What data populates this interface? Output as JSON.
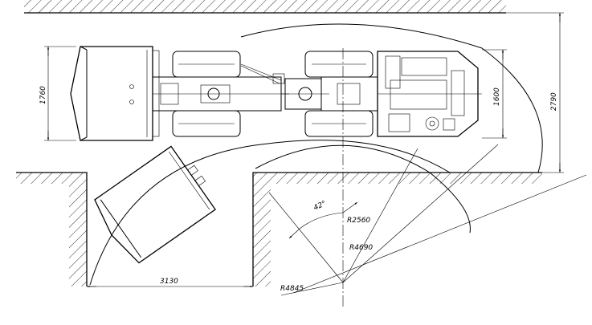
{
  "dimensions": {
    "width_left": "1760",
    "width_rear": "1600",
    "width_overall": "2790",
    "corridor_width": "3130",
    "radius_inner": "R2560",
    "radius_middle": "R4690",
    "radius_outer": "R4845",
    "articulation_angle": "42°"
  }
}
